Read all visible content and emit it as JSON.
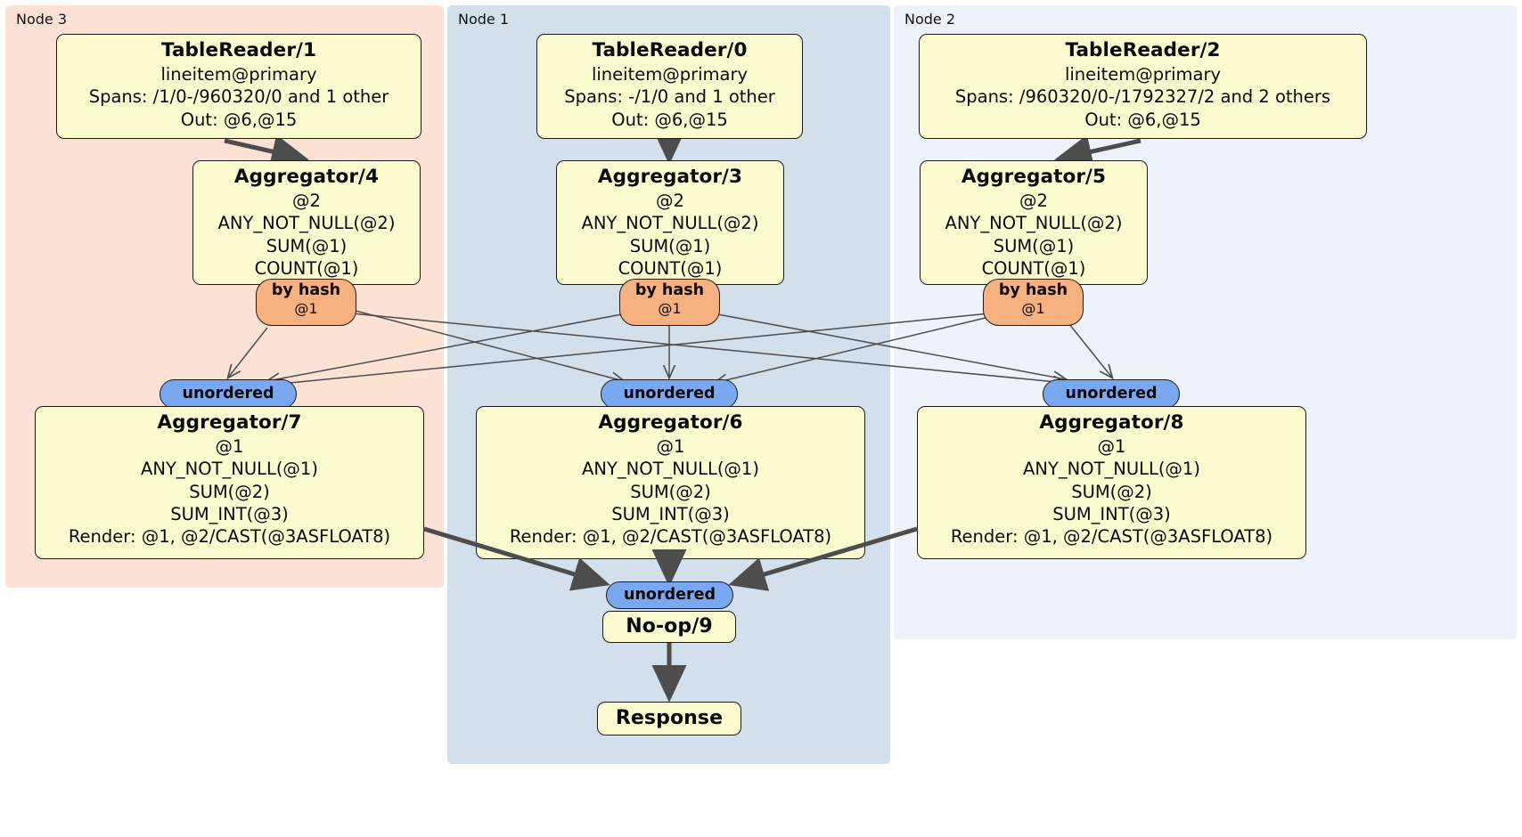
{
  "diagram": {
    "type": "distributed-query-plan",
    "colors": {
      "node3_panel": "#fbe2d4",
      "node1_panel": "#d2e0ec",
      "node2_panel": "#eef2fb",
      "box_fill": "#fcfbcf",
      "box_border": "#1b1b1b",
      "hash_badge": "#f7b080",
      "unordered_badge": "#7aa8f0",
      "thick_edge": "#4d4d4d",
      "thin_edge": "#4d4d4d"
    }
  },
  "panels": [
    {
      "id": "node3",
      "label": "Node 3"
    },
    {
      "id": "node1",
      "label": "Node 1"
    },
    {
      "id": "node2",
      "label": "Node 2"
    }
  ],
  "nodes": {
    "tablereader_1": {
      "title": "TableReader/1",
      "lines": [
        "lineitem@primary",
        "Spans: /1/0-/960320/0 and 1 other",
        "Out: @6,@15"
      ]
    },
    "tablereader_0": {
      "title": "TableReader/0",
      "lines": [
        "lineitem@primary",
        "Spans: -/1/0 and 1 other",
        "Out: @6,@15"
      ]
    },
    "tablereader_2": {
      "title": "TableReader/2",
      "lines": [
        "lineitem@primary",
        "Spans: /960320/0-/1792327/2 and 2 others",
        "Out: @6,@15"
      ]
    },
    "aggregator_4": {
      "title": "Aggregator/4",
      "lines": [
        "@2",
        "ANY_NOT_NULL(@2)",
        "SUM(@1)",
        "COUNT(@1)"
      ]
    },
    "aggregator_3": {
      "title": "Aggregator/3",
      "lines": [
        "@2",
        "ANY_NOT_NULL(@2)",
        "SUM(@1)",
        "COUNT(@1)"
      ]
    },
    "aggregator_5": {
      "title": "Aggregator/5",
      "lines": [
        "@2",
        "ANY_NOT_NULL(@2)",
        "SUM(@1)",
        "COUNT(@1)"
      ]
    },
    "aggregator_7": {
      "title": "Aggregator/7",
      "lines": [
        "@1",
        "ANY_NOT_NULL(@1)",
        "SUM(@2)",
        "SUM_INT(@3)",
        "Render: @1, @2/CAST(@3ASFLOAT8)"
      ]
    },
    "aggregator_6": {
      "title": "Aggregator/6",
      "lines": [
        "@1",
        "ANY_NOT_NULL(@1)",
        "SUM(@2)",
        "SUM_INT(@3)",
        "Render: @1, @2/CAST(@3ASFLOAT8)"
      ]
    },
    "aggregator_8": {
      "title": "Aggregator/8",
      "lines": [
        "@1",
        "ANY_NOT_NULL(@1)",
        "SUM(@2)",
        "SUM_INT(@3)",
        "Render: @1, @2/CAST(@3ASFLOAT8)"
      ]
    },
    "noop_9": {
      "title": "No-op/9"
    },
    "response": {
      "title": "Response"
    }
  },
  "badges": {
    "hash_left": {
      "label": "by hash",
      "sublabel": "@1"
    },
    "hash_center": {
      "label": "by hash",
      "sublabel": "@1"
    },
    "hash_right": {
      "label": "by hash",
      "sublabel": "@1"
    },
    "unordered_left": {
      "label": "unordered"
    },
    "unordered_center": {
      "label": "unordered"
    },
    "unordered_right": {
      "label": "unordered"
    },
    "unordered_final": {
      "label": "unordered"
    }
  }
}
